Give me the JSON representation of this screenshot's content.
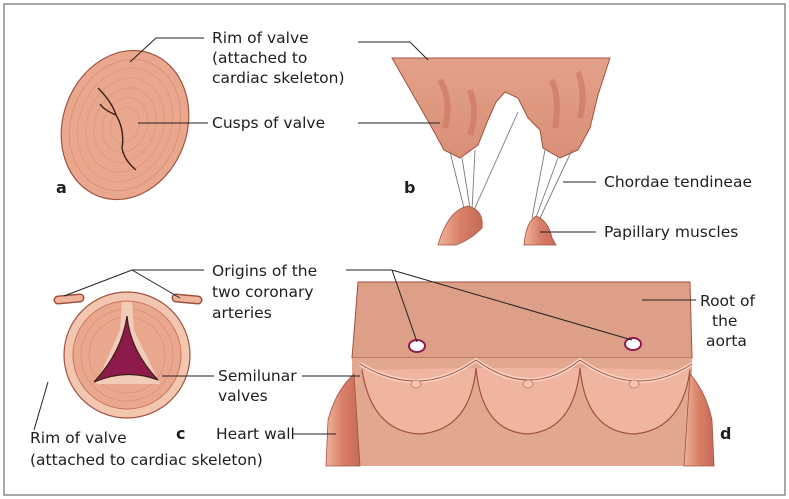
{
  "colors": {
    "frame": "#6d6d6d",
    "tissue": "#e9a88e",
    "tissue_dark": "#c8745f",
    "tissue_light": "#f3c6b0",
    "lumen": "#8e1a4c",
    "text": "#1e1e1e"
  },
  "panels": {
    "a": "a",
    "b": "b",
    "c": "c",
    "d": "d"
  },
  "labels": {
    "rim_line1": "Rim of valve",
    "rim_line2": "(attached to",
    "rim_line3": "cardiac skeleton)",
    "cusps": "Cusps of valve",
    "chordae": "Chordae tendineae",
    "papillary": "Papillary muscles",
    "origins_line1": "Origins of the",
    "origins_line2": "two coronary",
    "origins_line3": "arteries",
    "root_line1": "Root of",
    "root_line2": "the",
    "root_line3": "aorta",
    "semilunar_line1": "Semilunar",
    "semilunar_line2": "valves",
    "heart_wall": "Heart wall",
    "rim_c_line1": "Rim of valve",
    "rim_c_line2": "(attached to cardiac skeleton)"
  }
}
